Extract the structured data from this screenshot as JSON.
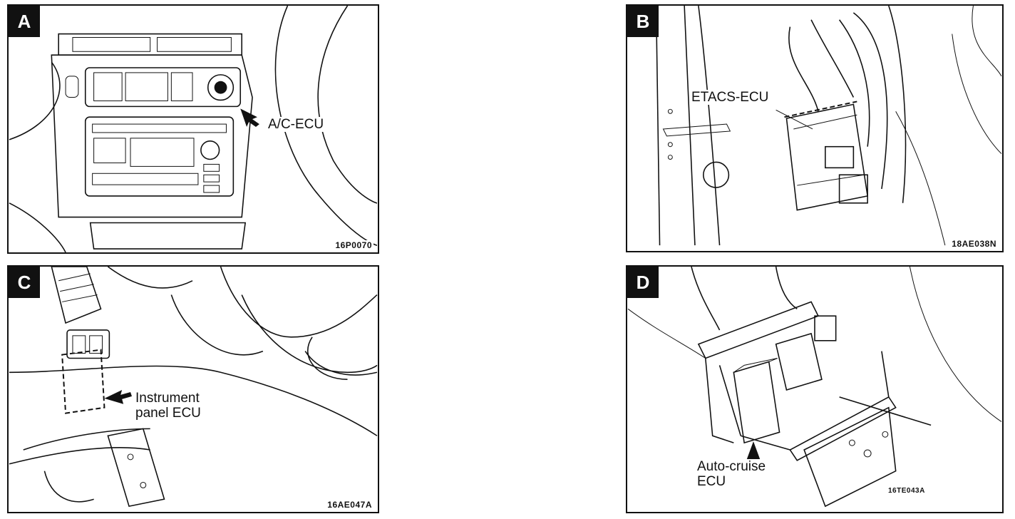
{
  "panels": [
    {
      "letter": "A",
      "code": "16P0070",
      "callout": [
        "A/C-ECU"
      ]
    },
    {
      "letter": "B",
      "code": "18AE038N",
      "callout": [
        "ETACS-ECU"
      ]
    },
    {
      "letter": "C",
      "code": "16AE047A",
      "callout": [
        "Instrument",
        "panel ECU"
      ]
    },
    {
      "letter": "D",
      "code": "16TE043A",
      "callout": [
        "Auto-cruise",
        "ECU"
      ]
    }
  ]
}
